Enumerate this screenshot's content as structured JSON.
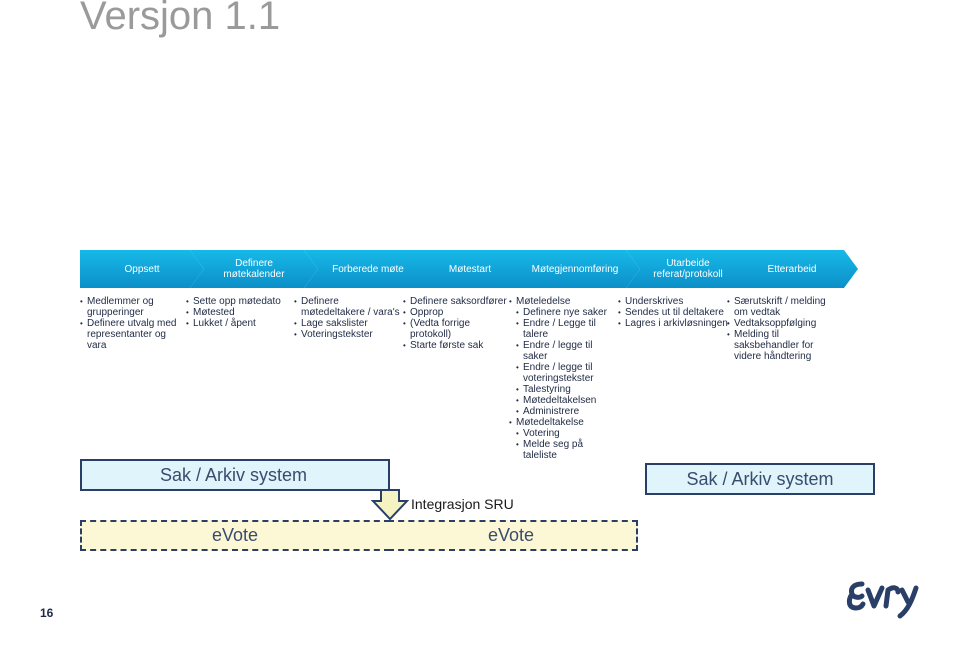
{
  "slide": {
    "title": "Versjon 1.1",
    "page_number": "16",
    "logo_text": "EVRY"
  },
  "phases": [
    {
      "label": "Oppsett"
    },
    {
      "label": "Definere møtekalender"
    },
    {
      "label": "Forberede møte"
    },
    {
      "label": "Møtestart"
    },
    {
      "label": "Møtegjennomføring"
    },
    {
      "label": "Utarbeide referat/protokoll"
    },
    {
      "label": "Etterarbeid"
    }
  ],
  "columns": {
    "c0": {
      "i0": "Medlemmer og grupperinger",
      "i1": "Definere utvalg med representanter og vara"
    },
    "c1": {
      "i0": "Sette opp møtedato",
      "i1": "Møtested",
      "i2": "Lukket / åpent"
    },
    "c2": {
      "i0": "Definere møtedeltakere / vara's",
      "i1": "Lage sakslister",
      "i2": "Voteringstekster"
    },
    "c3": {
      "i0": "Definere saksordfører",
      "i1": "Opprop",
      "i2": "(Vedta forrige protokoll)",
      "i3": "Starte første sak"
    },
    "c4": {
      "i0": "Møteledelse",
      "i1": "Definere nye saker",
      "i2": "Endre / Legge til talere",
      "i3": "Endre / legge til saker",
      "i4": "Endre / legge til voteringstekster",
      "i5": "Talestyring",
      "i6": "Møtedeltakelsen",
      "i7": "Administrere",
      "i8": "Møtedeltakelse",
      "i9": "Votering",
      "i10": "Melde seg på taleliste"
    },
    "c5": {
      "i0": "Underskrives",
      "i1": "Sendes ut til deltakere",
      "i2": "Lagres i arkivløsningen"
    },
    "c6": {
      "i0": "Særutskrift / melding om vedtak",
      "i1": "Vedtaksoppfølging",
      "i2": "Melding til saksbehandler for videre håndtering"
    }
  },
  "systems": {
    "sak_arkiv_left": "Sak / Arkiv system",
    "sak_arkiv_right": "Sak / Arkiv system",
    "evote_left": "eVote",
    "evote_right": "eVote",
    "integration": "Integrasjon SRU"
  },
  "colors": {
    "chevron": "#17b9e8",
    "sak_fill": "#dff4fb",
    "evote_fill": "#fcf8d6",
    "border": "#2a3f67",
    "arrow_fill": "#f5f3c4"
  }
}
